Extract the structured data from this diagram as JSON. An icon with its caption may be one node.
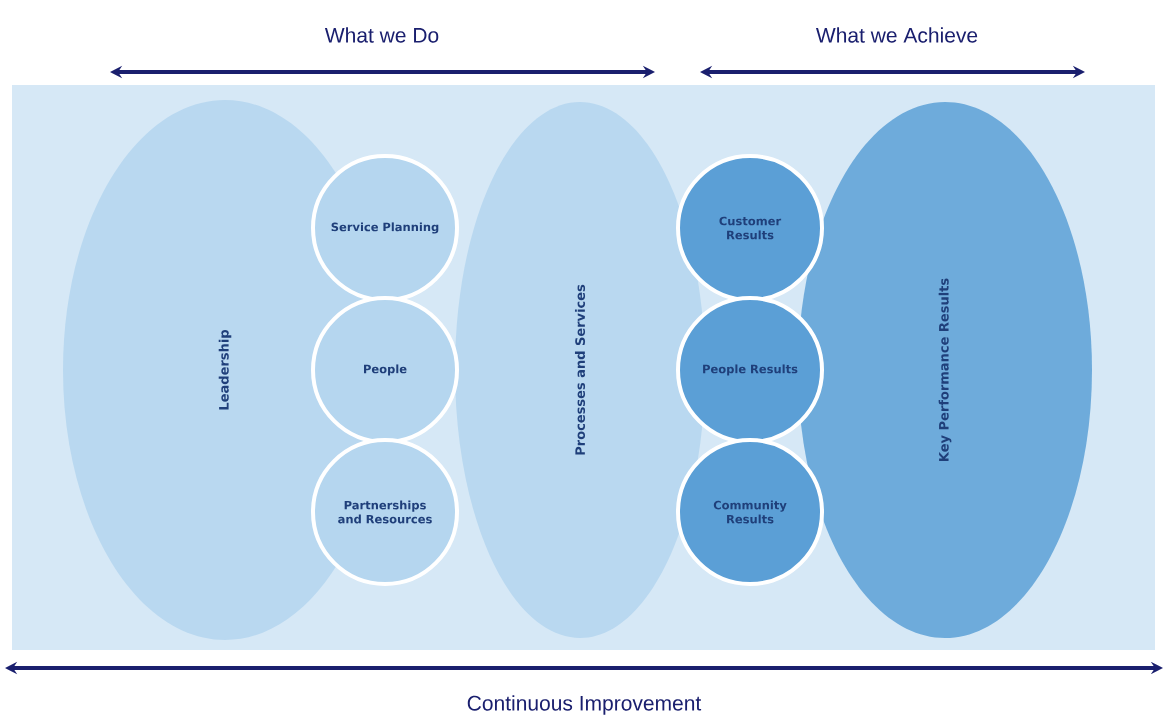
{
  "diagram": {
    "nodes": [
      {
        "text": [
          "Leadership"
        ]
      },
      {
        "text": [
          "Service Planning"
        ]
      },
      {
        "text": [
          "People"
        ]
      },
      {
        "text": [
          "Partnerships and Resources"
        ]
      },
      {
        "text": [
          "Processes and Services"
        ]
      },
      {
        "text": [
          "Customer Results"
        ]
      },
      {
        "text": [
          "People Results"
        ]
      },
      {
        "text": [
          "Community Results"
        ]
      },
      {
        "text": [
          "Key Performance Results"
        ]
      }
    ],
    "labels": [
      "What we Do",
      "What we Achieve",
      "Continuous Improvement"
    ]
  }
}
